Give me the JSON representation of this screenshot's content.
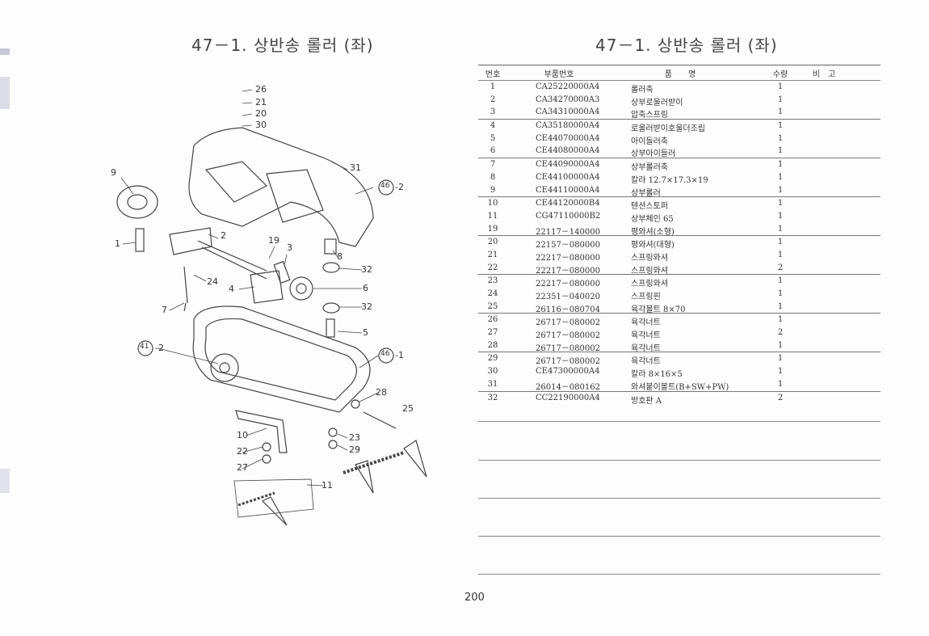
{
  "titles": {
    "left": "47－1. 상반송 롤러 (좌)",
    "right": "47－1. 상반송 롤러 (좌)"
  },
  "diagram": {
    "callouts": [
      "26",
      "21",
      "20",
      "30",
      "9",
      "31",
      "46",
      "-2",
      "1",
      "2",
      "19",
      "3",
      "8",
      "32",
      "24",
      "4",
      "6",
      "32",
      "7",
      "5",
      "41",
      "-2",
      "46",
      "-1",
      "28",
      "25",
      "10",
      "23",
      "22",
      "29",
      "27",
      "11"
    ]
  },
  "table": {
    "headers": [
      "번호",
      "부품번호",
      "품　　명",
      "수량",
      "비　고"
    ],
    "rows": [
      [
        "1",
        "CA25220000A4",
        "롤러축",
        "1"
      ],
      [
        "2",
        "CA34270000A3",
        "상부로울러받이",
        "1"
      ],
      [
        "3",
        "CA34310000A4",
        "압축스프링",
        "1"
      ],
      [
        "4",
        "CA35180000A4",
        "로울러받이호울더조립",
        "1"
      ],
      [
        "5",
        "CE44070000A4",
        "아이들러축",
        "1"
      ],
      [
        "6",
        "CE44080000A4",
        "상부아이들러",
        "1"
      ],
      [
        "7",
        "CE44090000A4",
        "상부롤러축",
        "1"
      ],
      [
        "8",
        "CE44100000A4",
        "칼라 12.7×17.3×19",
        "1"
      ],
      [
        "9",
        "CE44110000A4",
        "상부롤러",
        "1"
      ],
      [
        "10",
        "CE44120000B4",
        "텐션스토퍼",
        "1"
      ],
      [
        "11",
        "CG47110000B2",
        "상부체인 65",
        "1"
      ],
      [
        "19",
        "22117－140000",
        "평와셔(소형)",
        "1"
      ],
      [
        "20",
        "22157－080000",
        "평와셔(대형)",
        "1"
      ],
      [
        "21",
        "22217－080000",
        "스프링와셔",
        "1"
      ],
      [
        "22",
        "22217－080000",
        "스프링와셔",
        "2"
      ],
      [
        "23",
        "22217－080000",
        "스프링와셔",
        "1"
      ],
      [
        "24",
        "22351－040020",
        "스프링핀",
        "1"
      ],
      [
        "25",
        "26116－080704",
        "육각볼트 8×70",
        "1"
      ],
      [
        "26",
        "26717－080002",
        "육각너트",
        "1"
      ],
      [
        "27",
        "26717－080002",
        "육각너트",
        "2"
      ],
      [
        "28",
        "26717－080002",
        "육각너트",
        "1"
      ],
      [
        "29",
        "26717－080002",
        "육각너트",
        "1"
      ],
      [
        "30",
        "CE47300000A4",
        "칼라 8×16×5",
        "1"
      ],
      [
        "31",
        "26014－080162",
        "와셔붙이볼트(B+SW+PW)",
        "1"
      ],
      [
        "32",
        "CC22190000A4",
        "방호판 A",
        "2"
      ]
    ]
  },
  "page_number": "200"
}
